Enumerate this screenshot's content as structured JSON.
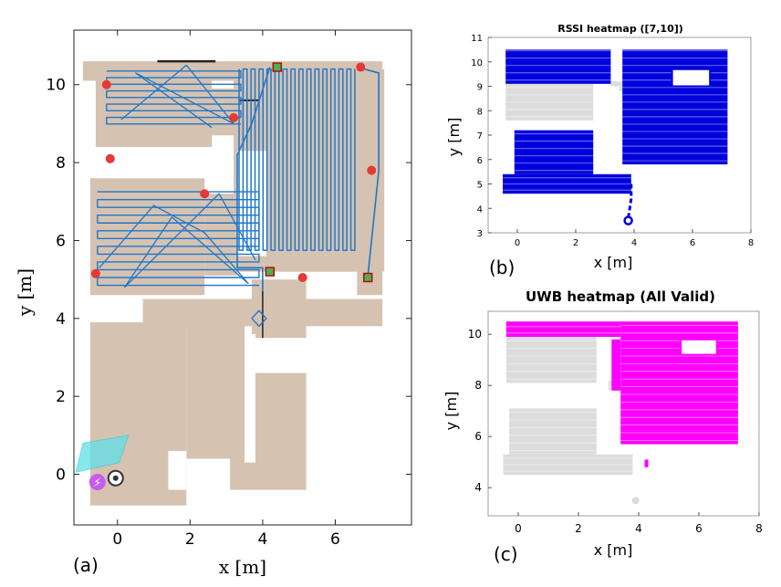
{
  "colors": {
    "floor": "#d6c2b1",
    "floor_edge": "#c0a994",
    "blue": "#0000dd",
    "traj": "#1f77c8",
    "magenta": "#ff00ff",
    "gray": "#dcdcdc",
    "red": "#e53935",
    "green": "#4caf50",
    "cyan": "#5ee0e8",
    "purple": "#c75cf0"
  },
  "panels": {
    "a": {
      "label": "(a)",
      "xlabel": "x [m]",
      "ylabel": "y [m]"
    },
    "b": {
      "label": "(b)",
      "title": "RSSI heatmap ([7,10])",
      "xlabel": "x [m]",
      "ylabel": "y [m]"
    },
    "c": {
      "label": "(c)",
      "title": "UWB heatmap (All Valid)",
      "xlabel": "x [m]",
      "ylabel": "y [m]"
    }
  },
  "chart_data": [
    {
      "id": "a",
      "type": "scatter",
      "xlabel": "x [m]",
      "ylabel": "y [m]",
      "xlim": [
        -1.2,
        8.1
      ],
      "ylim": [
        -1.3,
        11.4
      ],
      "xticks": [
        0,
        2,
        4,
        6
      ],
      "yticks": [
        0,
        2,
        4,
        6,
        8,
        10
      ],
      "series": [
        {
          "marker": "dot",
          "color": "red",
          "points": [
            [
              -0.3,
              10.0
            ],
            [
              -0.2,
              8.1
            ],
            [
              3.2,
              9.15
            ],
            [
              6.7,
              10.45
            ],
            [
              7.0,
              7.8
            ],
            [
              2.4,
              7.2
            ],
            [
              -0.6,
              5.15
            ],
            [
              5.1,
              5.05
            ]
          ]
        },
        {
          "marker": "square",
          "color": "green",
          "points": [
            [
              4.4,
              10.45
            ],
            [
              4.2,
              5.2
            ],
            [
              6.9,
              5.05
            ]
          ]
        }
      ]
    },
    {
      "id": "b",
      "type": "scatter",
      "title": "RSSI heatmap ([7,10])",
      "xlabel": "x [m]",
      "ylabel": "y [m]",
      "xlim": [
        -1,
        8
      ],
      "ylim": [
        3,
        11
      ],
      "xticks": [
        0,
        2,
        4,
        6,
        8
      ],
      "yticks": [
        3,
        4,
        5,
        6,
        7,
        8,
        9,
        10,
        11
      ]
    },
    {
      "id": "c",
      "type": "scatter",
      "title": "UWB heatmap (All Valid)",
      "xlabel": "x [m]",
      "ylabel": "y [m]",
      "xlim": [
        -1,
        8
      ],
      "ylim": [
        2.9,
        10.9
      ],
      "xticks": [
        0,
        2,
        4,
        6,
        8
      ],
      "yticks": [
        4,
        6,
        8,
        10
      ]
    }
  ]
}
